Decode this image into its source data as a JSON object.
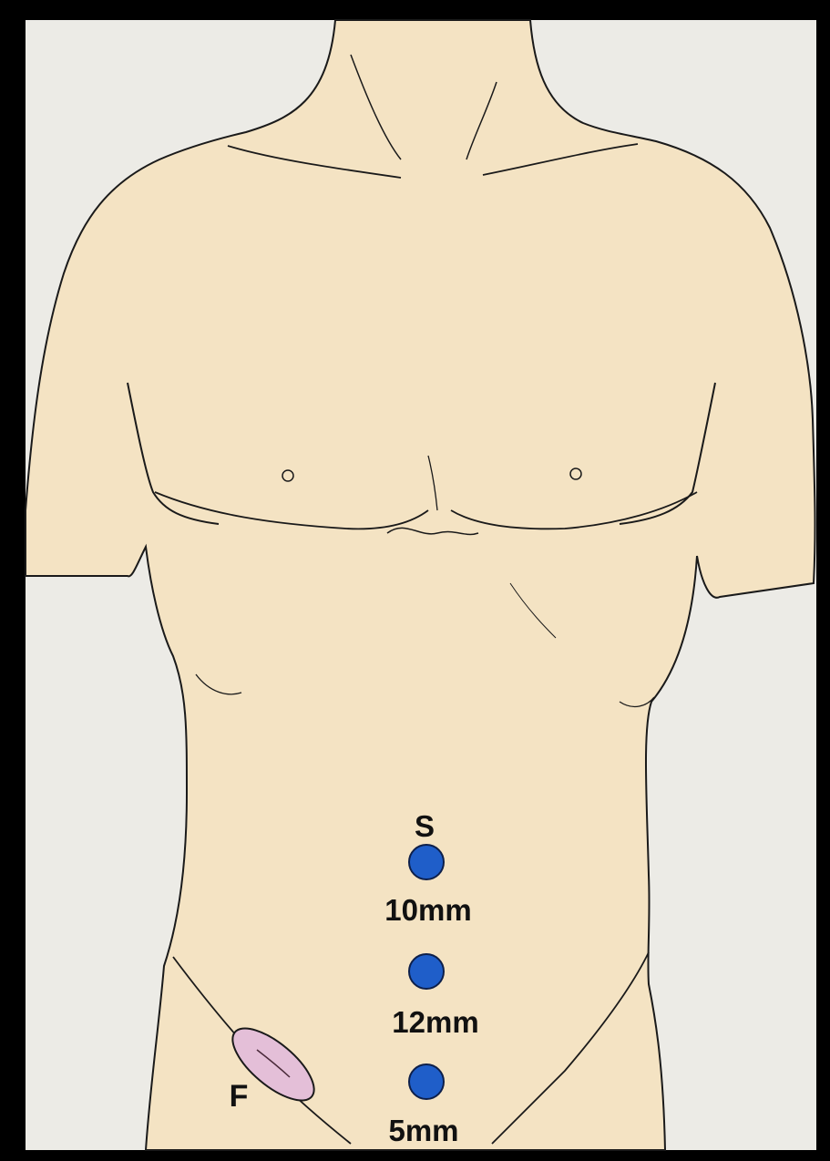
{
  "colors": {
    "background_paper": "#ecebe6",
    "skin": "#f4e3c3",
    "outline": "#1a1a1a",
    "port_fill": "#1f5ec9",
    "port_stroke": "#0d1f4a",
    "incision_fill": "#e4bfd8"
  },
  "markers": {
    "umbilicus": "S",
    "incision": "F"
  },
  "ports": [
    {
      "label": "10mm"
    },
    {
      "label": "12mm"
    },
    {
      "label": "5mm"
    }
  ]
}
